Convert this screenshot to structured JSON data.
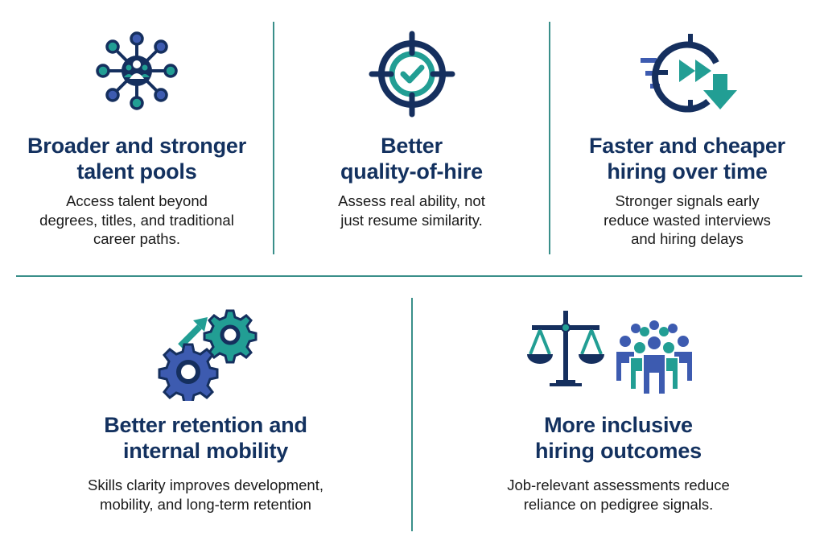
{
  "colors": {
    "navy": "#13315f",
    "teal": "#229e94",
    "blue": "#3d5bb0",
    "divider": "#3a8f8a",
    "text": "#1a1a1a"
  },
  "benefits": [
    {
      "icon": "network-people-icon",
      "title_lines": [
        "Broader and stronger",
        "talent pools"
      ],
      "desc_lines": [
        "Access talent beyond",
        "degrees, titles, and traditional",
        "career paths."
      ]
    },
    {
      "icon": "target-check-icon",
      "title_lines": [
        "Better",
        "quality-of-hire"
      ],
      "desc_lines": [
        "Assess real ability, not",
        "just resume similarity."
      ]
    },
    {
      "icon": "fast-forward-clock-icon",
      "title_lines": [
        "Faster and cheaper",
        "hiring over time"
      ],
      "desc_lines": [
        "Stronger signals early",
        "reduce wasted interviews",
        "and hiring delays"
      ]
    },
    {
      "icon": "gears-arrow-icon",
      "title_lines": [
        "Better retention and",
        "internal mobility"
      ],
      "desc_lines": [
        "Skills clarity improves development,",
        "mobility, and long-term retention"
      ]
    },
    {
      "icon": "scales-people-icon",
      "title_lines": [
        "More inclusive",
        "hiring outcomes"
      ],
      "desc_lines": [
        "Job-relevant assessments reduce",
        "reliance on pedigree signals."
      ]
    }
  ]
}
